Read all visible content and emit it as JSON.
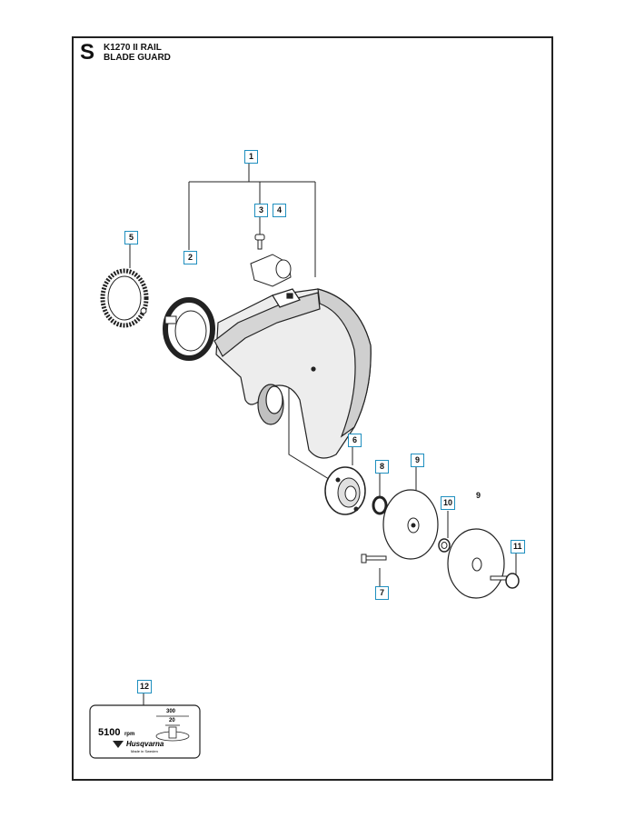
{
  "header": {
    "section_letter": "S",
    "model": "K1270 II RAIL",
    "assembly": "BLADE GUARD"
  },
  "callouts": [
    "1",
    "2",
    "3",
    "4",
    "5",
    "6",
    "7",
    "8",
    "9",
    "10",
    "11",
    "12"
  ],
  "plain_labels": [
    "9"
  ],
  "decal": {
    "speed_value": "5100",
    "speed_unit": "rpm",
    "outer_diameter": "300",
    "bore_diameter": "20",
    "brand": "Husqvarna",
    "origin": "Made in Sweden"
  }
}
